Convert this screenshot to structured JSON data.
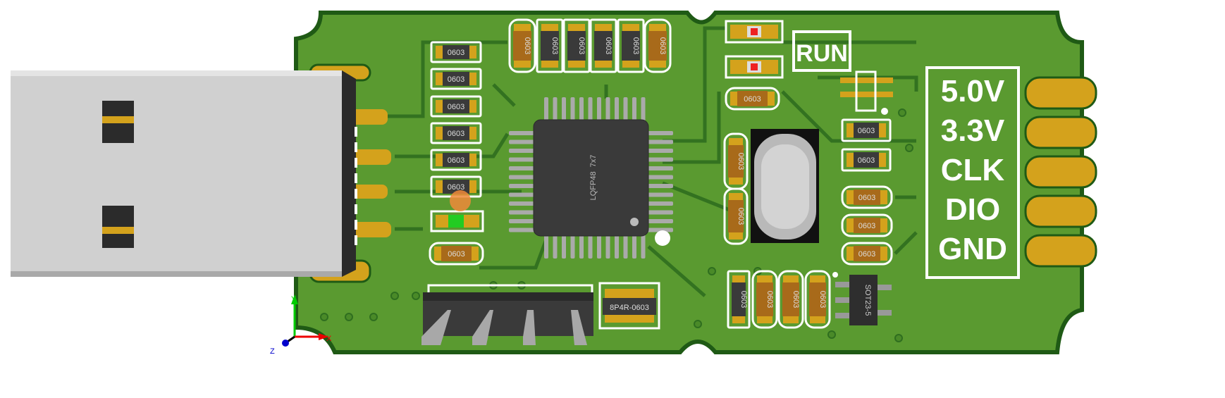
{
  "view": {
    "type": "3D PCB viewer"
  },
  "board": {
    "colors": {
      "board": "#4f8f2a",
      "copper": "#2f6e1f",
      "pad": "#d4a21c",
      "silk": "#ffffff",
      "usb": "#cfcfcf"
    },
    "pin_labels": [
      "5.0V",
      "3.3V",
      "CLK",
      "DIO",
      "GND"
    ],
    "run_label": "RUN",
    "ic_label": "LQFP48  7x7",
    "resistor_pack_label": "8P4R-0603",
    "regulator_label": "SOT23-5",
    "passive_label": "0603"
  },
  "axes": {
    "x": "X",
    "y": "Y",
    "z": "Z"
  }
}
